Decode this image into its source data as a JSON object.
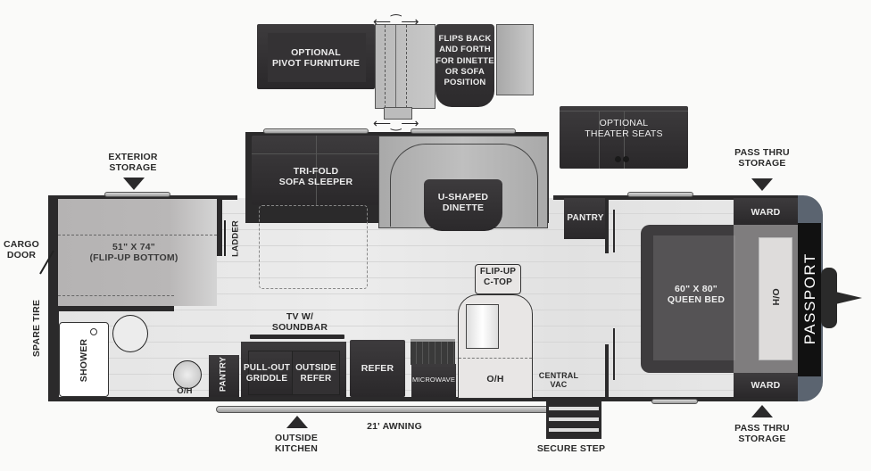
{
  "brand": {
    "name": "PASSPORT"
  },
  "exterior_labels": {
    "exterior_storage": "EXTERIOR\nSTORAGE",
    "cargo_door": "CARGO\nDOOR",
    "spare_tire": "SPARE TIRE",
    "pass_thru_storage_top": "PASS THRU\nSTORAGE",
    "pass_thru_storage_bottom": "PASS THRU\nSTORAGE",
    "outside_kitchen": "OUTSIDE\nKITCHEN",
    "awning": "21' AWNING",
    "secure_step": "SECURE STEP"
  },
  "options": {
    "pivot_furniture": "OPTIONAL\nPIVOT FURNITURE",
    "flips_note": "FLIPS BACK\nAND FORTH\nFOR DINETTE\nOR SOFA\nPOSITION",
    "theater_seats": "OPTIONAL\nTHEATER SEATS"
  },
  "rooms": {
    "bunk": "51\" X 74\"\n(FLIP-UP BOTTOM)",
    "ladder": "LADDER",
    "sofa": "TRI-FOLD\nSOFA SLEEPER",
    "dinette": "U-SHAPED\nDINETTE",
    "pantry_front": "PANTRY",
    "bed": "60\" X 80\"\nQUEEN BED",
    "bed_overhead": "O/H",
    "ward_top": "WARD",
    "ward_bottom": "WARD",
    "flip_up_ctop": "FLIP-UP\nC-TOP",
    "tv": "TV W/\nSOUNDBAR",
    "shower": "SHOWER",
    "bath_overhead": "O/H",
    "pantry_rear": "PANTRY",
    "griddle": "PULL-OUT\nGRIDDLE",
    "outside_refer": "OUTSIDE\nREFER",
    "refer": "REFER",
    "microwave": "MICROWAVE",
    "kitchen_overhead": "O/H",
    "central_vac": "CENTRAL\nVAC"
  }
}
